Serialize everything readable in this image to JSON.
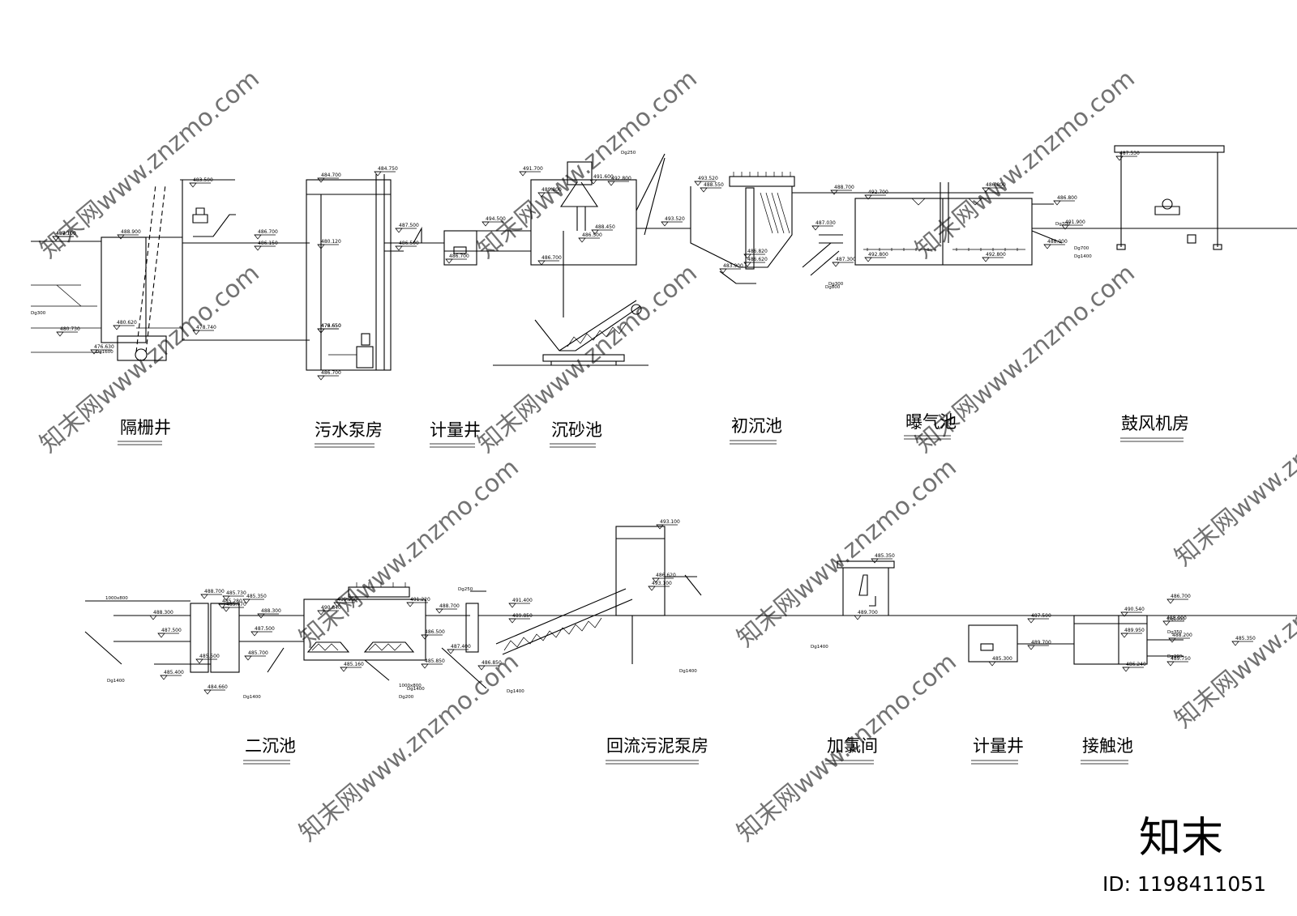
{
  "process_titles": {
    "bar_screen_well": "隔栅井",
    "sewage_pump_house": "污水泵房",
    "metering_well_1": "计量井",
    "grit_chamber": "沉砂池",
    "primary_clarifier": "初沉池",
    "aeration_tank": "曝气池",
    "blower_room": "鼓风机房",
    "secondary_clarifier": "二沉池",
    "return_sludge_pump_house": "回流污泥泵房",
    "chlorination_room": "加氯间",
    "metering_well_2": "计量井",
    "contact_tank": "接触池"
  },
  "elevations_top": [
    "488.700",
    "488.900",
    "483.500",
    "480.620",
    "480.730",
    "476.630",
    "478.740",
    "484.700",
    "484.750",
    "486.700",
    "486.150",
    "480.120",
    "479.650",
    "476.650",
    "486.700",
    "487.500",
    "486.500",
    "486.700",
    "494.500",
    "491.700",
    "491.600",
    "492.800",
    "489.800",
    "488.450",
    "486.500",
    "486.700",
    "493.520",
    "493.520",
    "488.550",
    "487.030",
    "486.820",
    "486.620",
    "483.900",
    "488.700",
    "487.300",
    "492.700",
    "492.800",
    "486.800",
    "492.800",
    "486.800",
    "491.900",
    "488.000",
    "487.530",
    "497.100"
  ],
  "elevations_bottom": [
    "487.500",
    "488.300",
    "488.700",
    "485.500",
    "485.400",
    "484.660",
    "485.730",
    "485.280",
    "485.770",
    "485.350",
    "487.500",
    "485.700",
    "488.300",
    "490.840",
    "489.290",
    "491.220",
    "488.700",
    "486.500",
    "485.160",
    "485.850",
    "487.400",
    "491.400",
    "489.850",
    "486.850",
    "486.620",
    "493.100",
    "493.100",
    "485.350",
    "489.700",
    "487.500",
    "485.300",
    "489.700",
    "490.540",
    "489.950",
    "488.000",
    "486.700",
    "488.200",
    "486.240",
    "489.750",
    "485.350"
  ],
  "pipe_labels_top": [
    "Dg300",
    "Dg1600",
    "Dg250",
    "Dg300",
    "Dg800",
    "Dg700",
    "Dg1400",
    "Dg700"
  ],
  "pipe_labels_bottom": [
    "1000x800",
    "Dg1400",
    "Dg1400",
    "Dg1400",
    "Dg250",
    "1000x800",
    "Dg200",
    "Dg1400",
    "Dg1400",
    "Dg1400",
    "Dg1000",
    "Dg350",
    "Dg200"
  ],
  "watermarks": [
    "知末网www.znzmo.com",
    "知末网www.znzmo.com",
    "知末网www.znzmo.com",
    "知末网www.znzmo.com",
    "知末网www.znzmo.com",
    "知末网www.znzmo.com",
    "知末网www.znzmo.com",
    "知末网www.znzmo.com",
    "知末网www.znzmo.com",
    "知末网www.znzmo.com",
    "知末网www.znzmo.com",
    "知末网www.znzmo.com"
  ],
  "brand": {
    "logo_text": "知末",
    "id_text": "ID: 1198411051"
  }
}
